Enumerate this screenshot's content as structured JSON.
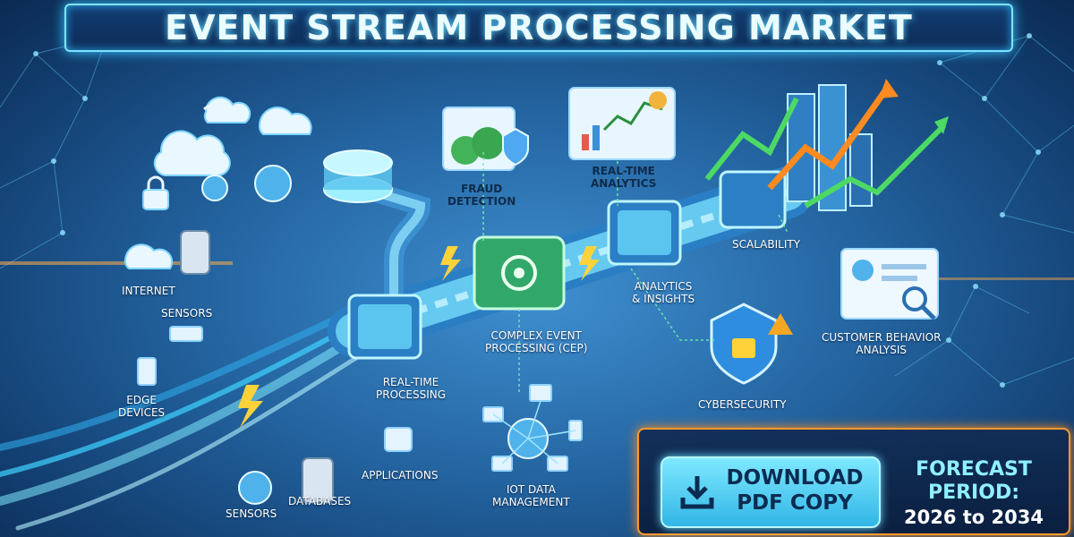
{
  "title": "EVENT STREAM PROCESSING MARKET",
  "labels": {
    "internet": "INTERNET",
    "sensors_top": "SENSORS",
    "edge": "EDGE\nDEVICES",
    "sensors_bottom": "SENSORS",
    "databases": "DATABASES",
    "applications": "APPLICATIONS",
    "realtime_processing": "REAL-TIME\nPROCESSING",
    "cep": "COMPLEX EVENT\nPROCESSING (CEP)",
    "iot": "IOT DATA\nMANAGEMENT",
    "fraud": "FRAUD\nDETECTION",
    "realtime_analytics": "REAL-TIME\nANALYTICS",
    "analytics_insights": "ANALYTICS\n& INSIGHTS",
    "scalability": "SCALABILITY",
    "customer": "CUSTOMER BEHAVIOR\nANALYSIS",
    "cybersecurity": "CYBERSECURITY"
  },
  "cta": {
    "download": "DOWNLOAD\nPDF COPY",
    "forecast_label": "FORECAST\nPERIOD:",
    "forecast_range": "2026 to 2034"
  },
  "colors": {
    "accent_cyan": "#5fd6ff",
    "accent_orange": "#ff9a2e",
    "accent_green": "#4cd964"
  },
  "icons": [
    "cloud-icon",
    "globe-icon",
    "database-icon",
    "lock-icon",
    "wifi-icon",
    "gear-icon",
    "lightning-icon",
    "money-bag-icon",
    "shield-icon",
    "chart-icon",
    "building-icon",
    "user-profile-icon",
    "router-icon",
    "phone-icon",
    "server-icon",
    "download-icon"
  ]
}
